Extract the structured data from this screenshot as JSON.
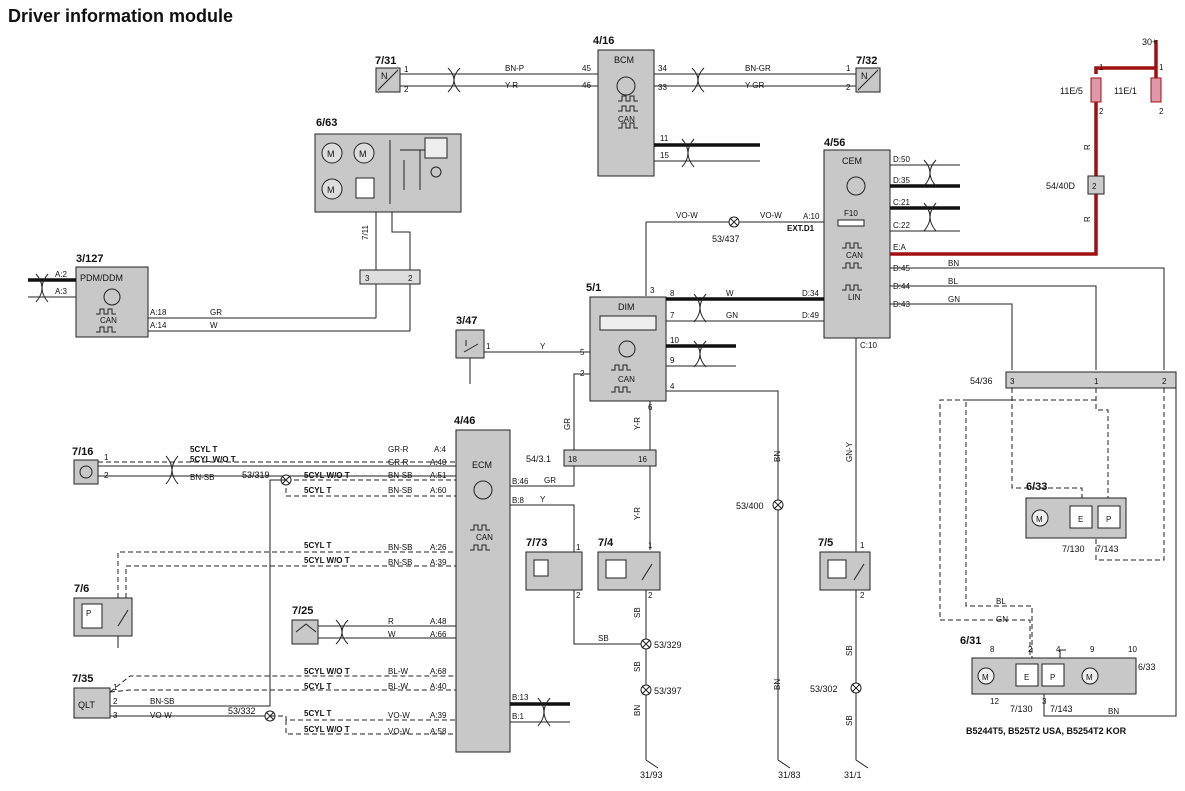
{
  "title": "Driver information module",
  "components": {
    "bcm": {
      "id": "4/16",
      "name": "BCM",
      "can": "CAN"
    },
    "cem": {
      "id": "4/56",
      "name": "CEM",
      "can": "CAN",
      "lin": "LIN",
      "fuse": "F10",
      "ext": "EXT.D1"
    },
    "dim": {
      "id": "5/1",
      "name": "DIM",
      "can": "CAN"
    },
    "ecm": {
      "id": "4/46",
      "name": "ECM",
      "can": "CAN"
    },
    "pdm": {
      "id": "3/127",
      "name": "PDM/DDM",
      "can": "CAN"
    },
    "mirror": {
      "id": "6/63"
    },
    "n1": {
      "id": "7/31",
      "glyph": "N"
    },
    "n2": {
      "id": "7/32",
      "glyph": "N"
    },
    "sw347": {
      "id": "3/47"
    },
    "s716": {
      "id": "7/16"
    },
    "s76": {
      "id": "7/6"
    },
    "s725": {
      "id": "7/25"
    },
    "s735": {
      "id": "7/35",
      "name": "QLT"
    },
    "s773": {
      "id": "7/73"
    },
    "s74": {
      "id": "7/4"
    },
    "s75": {
      "id": "7/5"
    },
    "m633a": {
      "id": "6/33"
    },
    "m631": {
      "id": "6/31"
    },
    "m633b": {
      "id": "6/33"
    }
  },
  "connectors": {
    "c711": "7/11",
    "c5436": "54/36",
    "c5431": "54/3.1",
    "c5440d": "54/40D",
    "f11e5": "11E/5",
    "f11e1": "11E/1",
    "p30": "30+"
  },
  "splices": {
    "s437": "53/437",
    "s319": "53/319",
    "s332": "53/332",
    "s400": "53/400",
    "s329": "53/329",
    "s397": "53/397",
    "s302": "53/302"
  },
  "grounds": {
    "g93": "31/93",
    "g83": "31/83",
    "g1": "31/1"
  },
  "ref_labels": {
    "r7130a": "7/130",
    "r7143a": "7/143",
    "r7130b": "7/130",
    "r7143b": "7/143"
  },
  "engine_note": "B5244T5, B525T2 USA, B5254T2 KOR",
  "variants": {
    "t": "5CYL T",
    "wot": "5CYL W/O T"
  },
  "wire_colors": {
    "bnp": "BN-P",
    "yr": "Y-R",
    "bngr": "BN-GR",
    "ygr": "Y-GR",
    "vow": "VO-W",
    "gr": "GR",
    "w": "W",
    "y": "Y",
    "gn": "GN",
    "bn": "BN",
    "bl": "BL",
    "r": "R",
    "gnr": "GR-R",
    "bnsb": "BN-SB",
    "sb": "SB",
    "gny": "GN-Y",
    "yrv": "Y-R",
    "blw": "BL-W",
    "vow2": "VO-W"
  },
  "pins": {
    "p1": "1",
    "p2": "2",
    "p3": "3",
    "p4": "4",
    "p5": "5",
    "p6": "6",
    "p7": "7",
    "p8": "8",
    "p9": "9",
    "p10": "10",
    "p11": "11",
    "p12": "12",
    "p15": "15",
    "p16": "16",
    "p18": "18",
    "p33": "33",
    "p34": "34",
    "p45": "45",
    "p46": "46",
    "a2": "A:2",
    "a3": "A:3",
    "a18": "A:18",
    "a14": "A:14",
    "a10": "A:10",
    "d50": "D:50",
    "d35": "D:35",
    "c21": "C:21",
    "c22": "C:22",
    "ea": "E:A",
    "d45": "D:45",
    "d44": "D:44",
    "d43": "D:43",
    "d34": "D:34",
    "d49": "D:49",
    "c10": "C:10",
    "a4": "A:4",
    "a40": "A:40",
    "a51": "A:51",
    "a60": "A:60",
    "b46": "B:46",
    "b8": "B:8",
    "a26": "A:26",
    "a39": "A:39",
    "a48": "A:48",
    "a66": "A:66",
    "a68": "A:68",
    "a58": "A:58",
    "b13": "B:13",
    "b1": "B:1"
  },
  "colors": {
    "power": "#a01010",
    "component_fill": "#c8c8c8"
  }
}
